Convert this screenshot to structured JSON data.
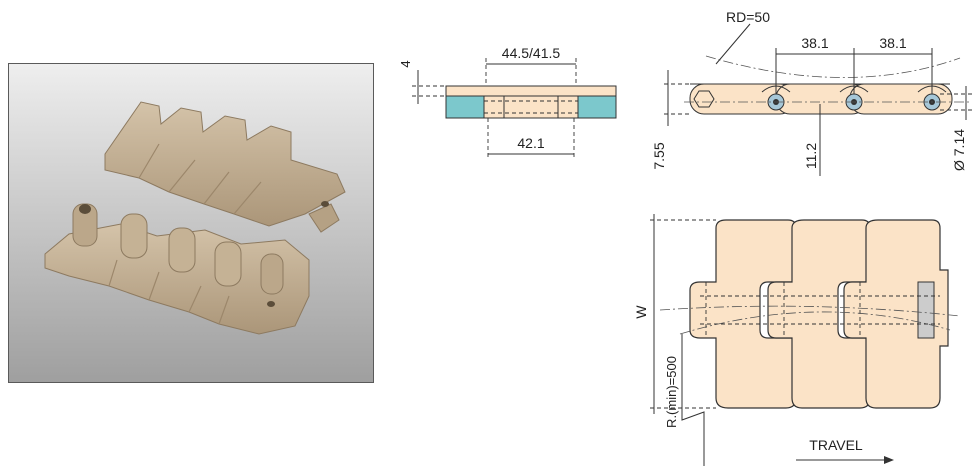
{
  "colors": {
    "link_fill": "#fbe3c7",
    "link_stroke": "#333333",
    "wear_strip": "#7cc8cc",
    "photo_part": "#c7b49a",
    "photo_bg_top": "#eeeeee",
    "photo_bg_bottom": "#9f9f9f"
  },
  "side_view": {
    "top_thickness": "4",
    "width_top": "44.5/41.5",
    "width_bottom": "42.1"
  },
  "link_view": {
    "bend_radius": "RD=50",
    "pitch_left": "38.1",
    "pitch_right": "38.1",
    "height_total": "7.55",
    "pin_height": "11.2",
    "pin_diameter": "Ø 7.14"
  },
  "top_view": {
    "width_label": "W",
    "side_radius": "R.(min)=500",
    "direction": "TRAVEL"
  }
}
